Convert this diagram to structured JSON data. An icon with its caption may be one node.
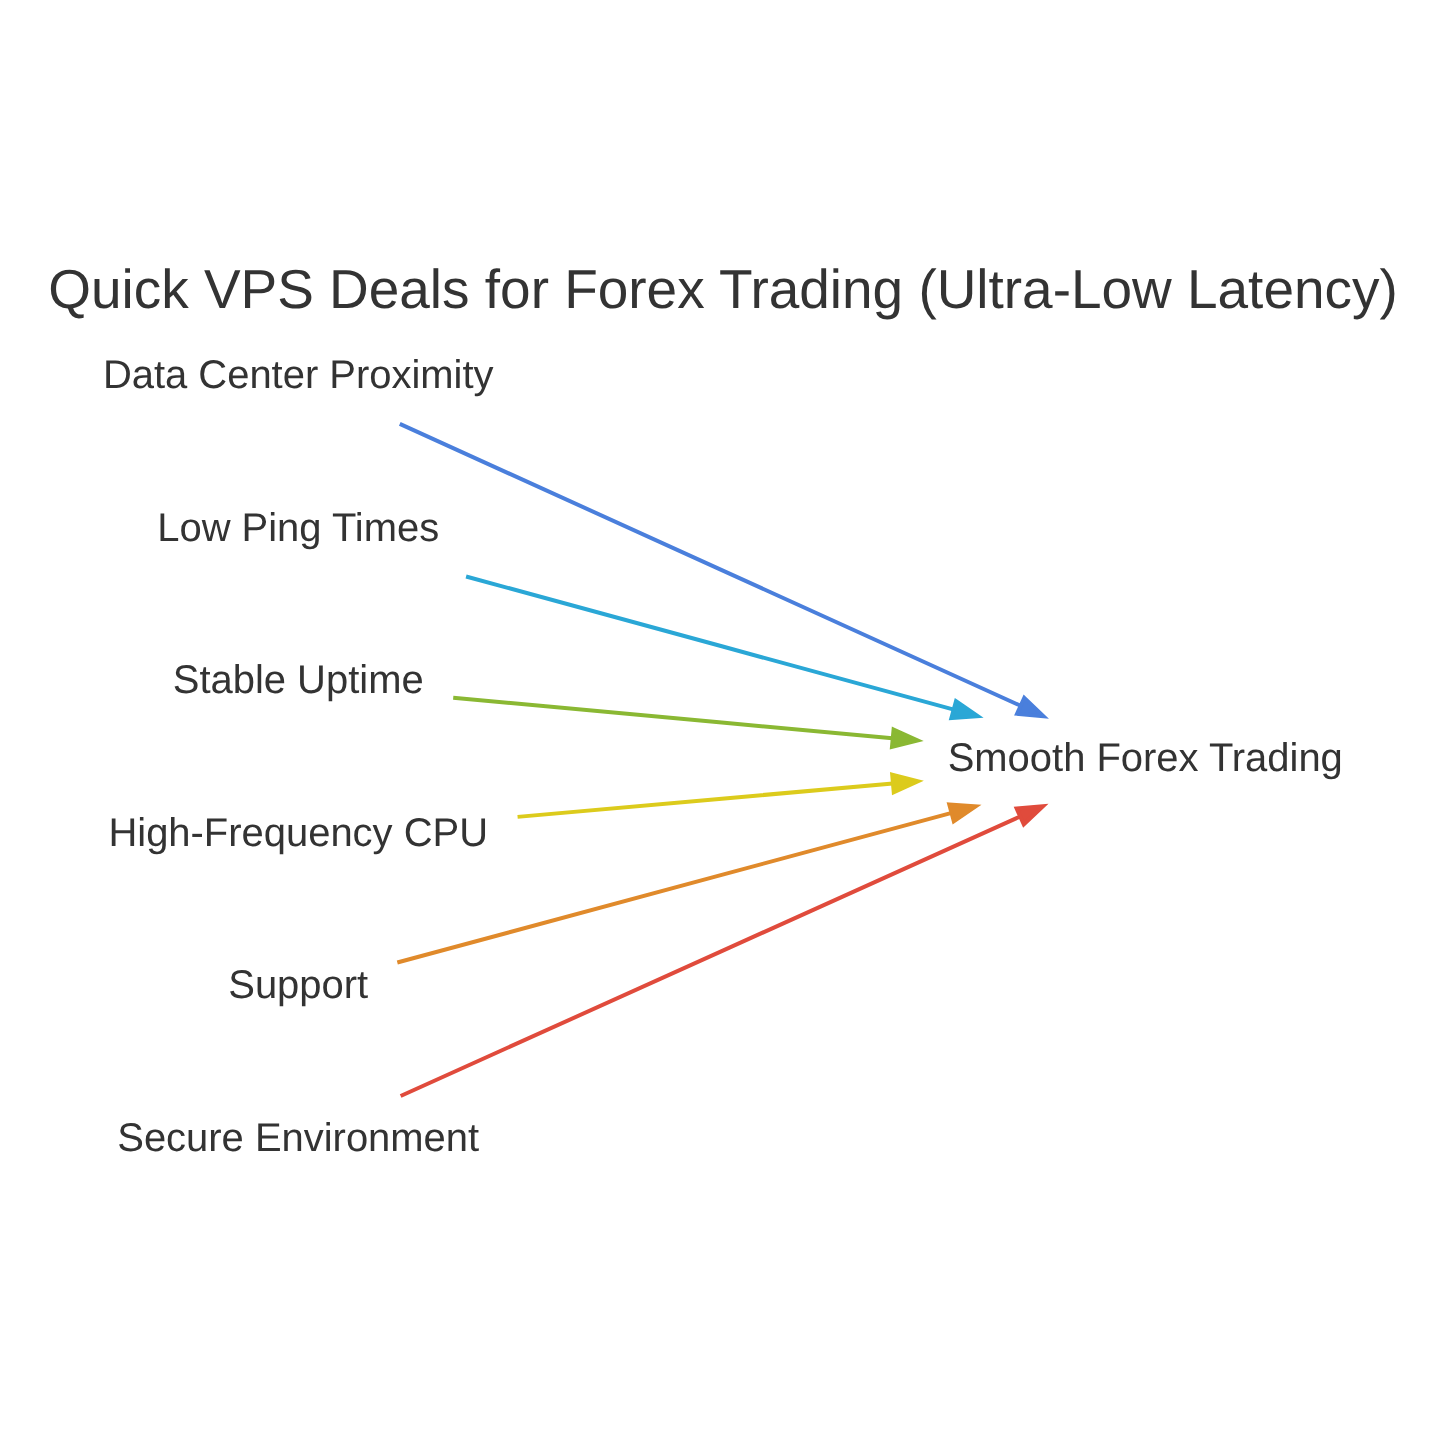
{
  "diagram": {
    "title": "Quick VPS Deals for Forex Trading (Ultra-Low Latency)",
    "nodes": [
      {
        "text": [
          "Data Center Proximity"
        ]
      },
      {
        "text": [
          "Low Ping Times"
        ]
      },
      {
        "text": [
          "Stable Uptime"
        ]
      },
      {
        "text": [
          "High-Frequency CPU"
        ]
      },
      {
        "text": [
          "Support"
        ]
      },
      {
        "text": [
          "Secure Environment"
        ]
      },
      {
        "text": [
          "Smooth Forex Trading"
        ]
      }
    ],
    "edges": [
      {
        "from": 0,
        "to": 6,
        "arrow": "to",
        "color": "#4a7fdc"
      },
      {
        "from": 1,
        "to": 6,
        "arrow": "to",
        "color": "#2aa7d6"
      },
      {
        "from": 2,
        "to": 6,
        "arrow": "to",
        "color": "#8ab833"
      },
      {
        "from": 3,
        "to": 6,
        "arrow": "to",
        "color": "#dccb1c"
      },
      {
        "from": 4,
        "to": 6,
        "arrow": "to",
        "color": "#e08a2b"
      },
      {
        "from": 5,
        "to": 6,
        "arrow": "to",
        "color": "#e04b3c"
      }
    ]
  }
}
